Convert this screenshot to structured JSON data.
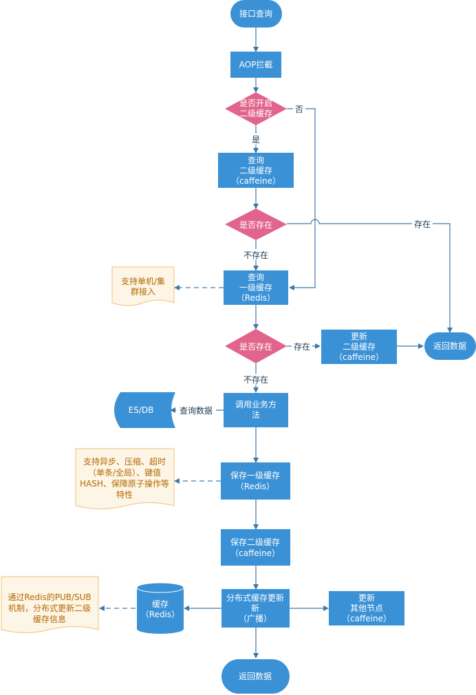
{
  "colors": {
    "process_fill": "#3a91d6",
    "decision_fill": "#e1648c",
    "note_fill": "#fdf5e6",
    "note_stroke": "#f0c27a",
    "line": "#3e79a6",
    "note_text": "#b36a00"
  },
  "nodes": {
    "start": "接口查询",
    "aop": "AOP拦截",
    "d1": [
      "是否开启",
      "二级缓存"
    ],
    "q2": [
      "查询",
      "二级缓存",
      "（caffeine）"
    ],
    "d2": "是否存在",
    "q1": [
      "查询",
      "一级缓存",
      "（Redis）"
    ],
    "d3": "是否存在",
    "upd2": [
      "更新",
      "二级缓存",
      "（caffeine）"
    ],
    "ret1": "返回数据",
    "call": [
      "调用业务方",
      "法"
    ],
    "esdb": "ES/DB",
    "save1": [
      "保存一级缓存",
      "（Redis）"
    ],
    "save2": [
      "保存二级缓存",
      "（caffeine）"
    ],
    "dist": [
      "分布式缓存更新",
      "新",
      "（广播）"
    ],
    "cache": [
      "缓存",
      "（Redis）"
    ],
    "other": [
      "更新",
      "其他节点",
      "（caffeine）"
    ],
    "ret2": "返回数据"
  },
  "notes": {
    "n1": [
      "支持单机/集",
      "群接入"
    ],
    "n2": [
      "支持异步、压缩、超时",
      "（单条/全局）、键值",
      "HASH、保障原子操作等",
      "特性"
    ],
    "n3": [
      "通过Redis的PUB/SUB",
      "机制，分布式更新二级",
      "缓存信息"
    ]
  },
  "edges": {
    "no": "否",
    "yes": "是",
    "exist": "存在",
    "not_exist": "不存在",
    "query_data": "查询数据"
  }
}
